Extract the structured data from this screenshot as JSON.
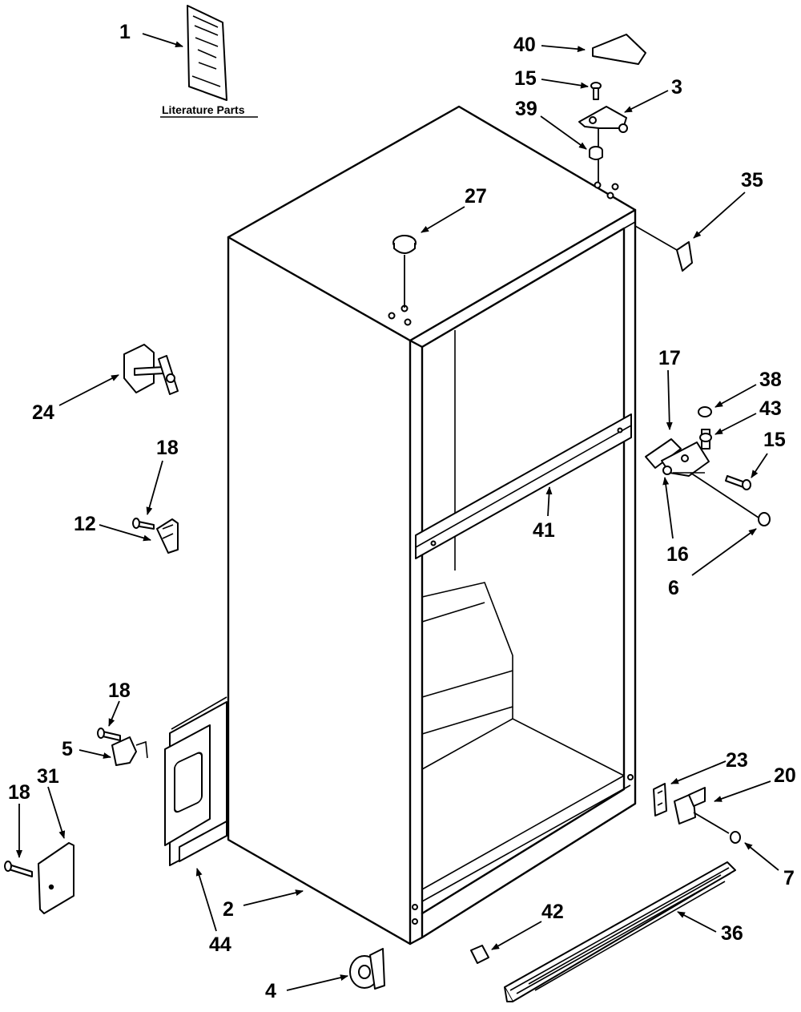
{
  "literature_caption": "Literature Parts",
  "callouts": [
    "1",
    "40",
    "15",
    "3",
    "39",
    "35",
    "27",
    "24",
    "17",
    "38",
    "43",
    "15",
    "18",
    "12",
    "41",
    "16",
    "6",
    "18",
    "5",
    "23",
    "20",
    "18",
    "31",
    "7",
    "2",
    "42",
    "36",
    "44",
    "4"
  ]
}
